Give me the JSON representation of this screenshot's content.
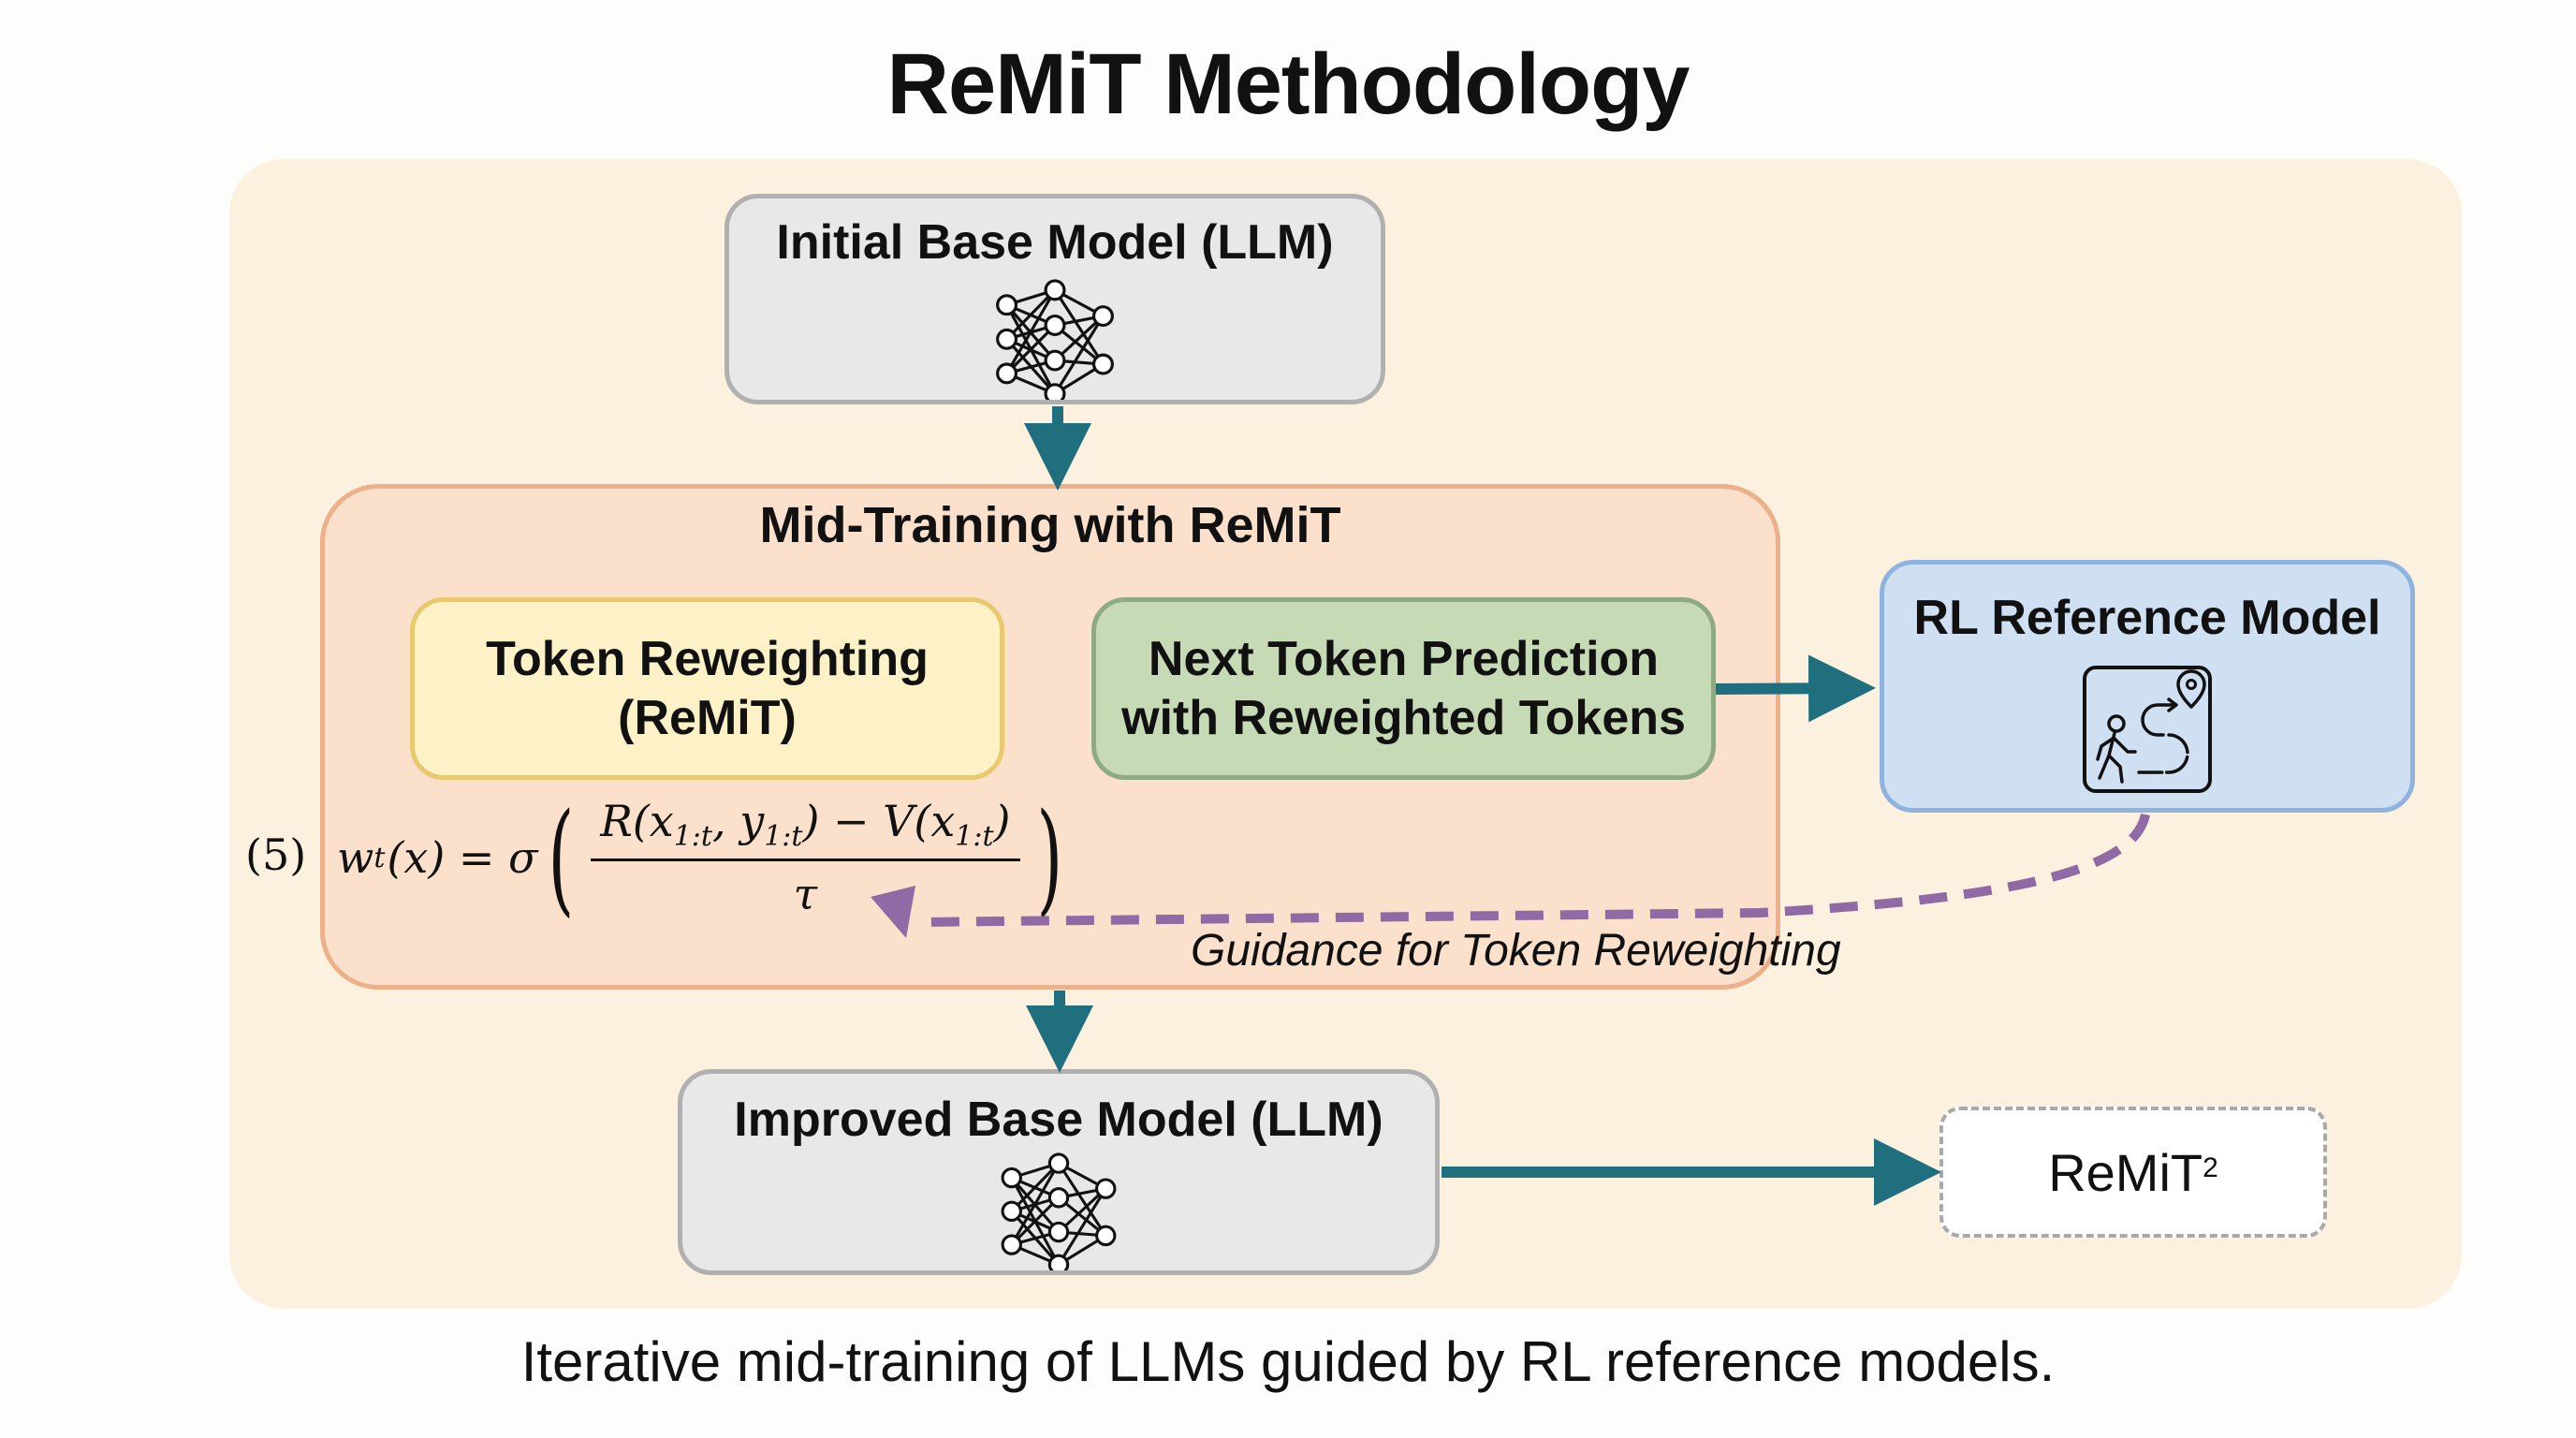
{
  "title": "ReMiT Methodology",
  "nodes": {
    "initial_model": {
      "label": "Initial Base Model (LLM)",
      "icon": "neural-network-icon"
    },
    "mid_training": {
      "label": "Mid-Training with ReMiT"
    },
    "token_reweighting": {
      "line1": "Token Reweighting",
      "line2": "(ReMiT)"
    },
    "next_token_prediction": {
      "line1": "Next Token Prediction",
      "line2": "with Reweighted Tokens"
    },
    "rl_reference": {
      "label": "RL Reference Model",
      "icon": "path-navigation-icon"
    },
    "improved_model": {
      "label": "Improved Base Model (LLM)",
      "icon": "neural-network-icon"
    },
    "remit2": {
      "label": "ReMiT",
      "superscript": "2"
    }
  },
  "equation": {
    "number": "(5)",
    "lhs_w": "w",
    "lhs_sub": "t",
    "lhs_arg": "(x) = σ",
    "numerator_R": "R(x",
    "numerator_R_sub1": "1:t",
    "numerator_comma": ", y",
    "numerator_R_sub2": "1:t",
    "numerator_minus": ") − V(x",
    "numerator_V_sub": "1:t",
    "numerator_close": ")",
    "denominator": "τ"
  },
  "edges": {
    "guidance_label": "Guidance for Token Reweighting"
  },
  "colors": {
    "arrow": "#1f6f7f",
    "guidance": "#8f6aa5",
    "panel_bg": "#fcf1de",
    "mid_bg": "#fbe1cb",
    "mid_border": "#ecb08a",
    "token_bg": "#fdf1c8",
    "ntp_bg": "#c5dab5",
    "rl_bg": "#cfe0f3"
  },
  "caption": "Iterative mid-training of LLMs guided by RL reference models."
}
